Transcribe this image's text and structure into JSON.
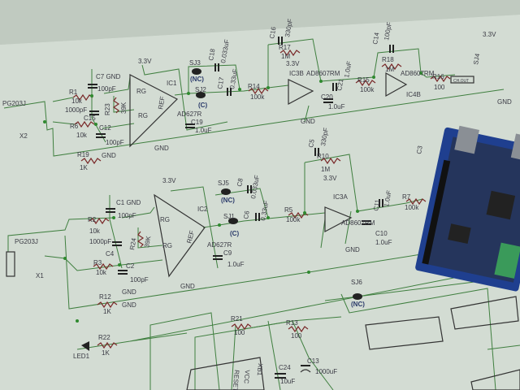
{
  "schematic": {
    "upper": {
      "jack": "PG203J",
      "jack_ref": "X2",
      "r1": "R1",
      "r1_val": "10k",
      "c7": "C7 GND",
      "c7_val": "100pF",
      "c15_val": "1000pF",
      "c15": "C15",
      "r6": "R6",
      "r6_val": "10k",
      "c12": "C12",
      "c12_val": "100pF",
      "r23": "R23",
      "r23_val": "39K",
      "r19": "R19",
      "r19_val": "1K",
      "gnd1": "GND",
      "vcc": "3.3V",
      "ic1": "IC1",
      "rg1": "RG",
      "rg2": "RG",
      "ref": "REF",
      "ad627": "AD627R",
      "c19": "C19",
      "c19_val": "1.0uF",
      "gnd2": "GND",
      "sj3": "SJ3",
      "sj3_state": "(NC)",
      "c18": "C18",
      "c18_val": "0.033uF",
      "sj2": "SJ2",
      "sj2_state": "(C)",
      "c17": "C17",
      "c17_val": "0.33uF",
      "r14": "R14",
      "r14_val": "100k",
      "c16": "C16",
      "c16_val": "330pF",
      "r17": "R17",
      "r17_val": "1M",
      "vcc2": "3.3V",
      "ic3": "IC3B",
      "ad8607": "AD8607RM",
      "c20": "C20",
      "c20_val": "1.0uF",
      "gnd3": "GND",
      "c21": "C21",
      "c21_val": "1.0uF",
      "r15": "R15",
      "r15_val": "100k",
      "c14": "C14",
      "c14_val": "100pF",
      "r18": "R18",
      "r18_val": "1M",
      "ad8607b": "AD8607RM",
      "ic4": "IC4B",
      "r16": "R16",
      "r16_val": "100",
      "out": "CH.OUT",
      "vcc3": "3.3V",
      "sj4": "SJ4",
      "gnd4": "GND"
    },
    "lower": {
      "vcc": "3.3V",
      "c1": "C1 GND",
      "c1_val": "100pF",
      "r2": "R2",
      "r2_val": "10k",
      "c4_val": "1000pF",
      "c4": "C4",
      "r3": "R3",
      "r3_val": "10k",
      "c2": "C2",
      "c2_val": "100pF",
      "r24": "R24",
      "r24_val": "39K",
      "jack": "PG203J",
      "jack_ref": "X1",
      "gnd1": "GND",
      "gnd2": "GND",
      "ic2": "IC2",
      "rg1": "RG",
      "rg2": "RG",
      "ref": "REF",
      "ad627": "AD627R",
      "c9": "C9",
      "c9_val": "1.0uF",
      "sj5": "SJ5",
      "sj5_state": "(NC)",
      "c8": "C8",
      "c8_val": "0.033uF",
      "sj1": "SJ1",
      "sj1_state": "(C)",
      "c6": "C6",
      "c6_val": "0.33uF",
      "r5": "R5",
      "r5_val": "100k",
      "c5": "C5",
      "c5_val": "330pF",
      "r10": "R10",
      "r10_val": "1M",
      "vcc2": "3.3V",
      "ic3": "IC3A",
      "ad8607": "AD8607RM",
      "c10": "C10",
      "c10_val": "1.0uF",
      "gnd3": "GND",
      "c11": "C11",
      "c11_val": "1.0uF",
      "r7": "R7",
      "r7_val": "100k",
      "c3": "C3"
    },
    "bottom": {
      "r12": "R12",
      "r12_val": "1K",
      "gnd": "GND",
      "led": "LED1",
      "r22": "R22",
      "r22_val": "1K",
      "r21": "R21",
      "r21_val": "100",
      "r13": "R13",
      "r13_val": "100",
      "sj6": "SJ6",
      "sj6_state": "(NC)",
      "c24": "C24",
      "c24_val": "10uF",
      "c13": "C13",
      "c13_val": "1000uF",
      "xb1": "XB1",
      "vcc": "VCC",
      "reset": "RESET"
    }
  },
  "colors": {
    "paper": "#d3dcd3",
    "wire": "#3f7f3f",
    "board": "#1f3f8f"
  }
}
